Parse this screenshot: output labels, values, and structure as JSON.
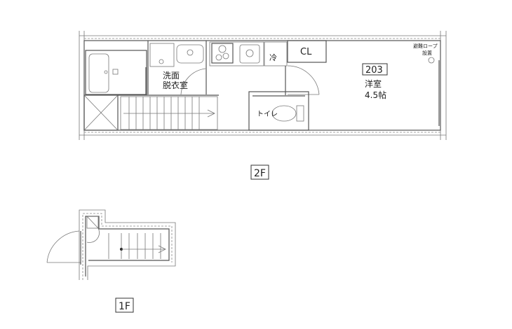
{
  "floor2": {
    "label": "2F",
    "unit_number": "203",
    "room_type": "洋室",
    "room_size": "4.5帖",
    "washroom": [
      "洗面",
      "脱衣室"
    ],
    "fridge": "冷",
    "closet": "CL",
    "toilet": "トイレ",
    "escape_rope": [
      "避難ロープ",
      "設置"
    ]
  },
  "floor1": {
    "label": "1F"
  }
}
